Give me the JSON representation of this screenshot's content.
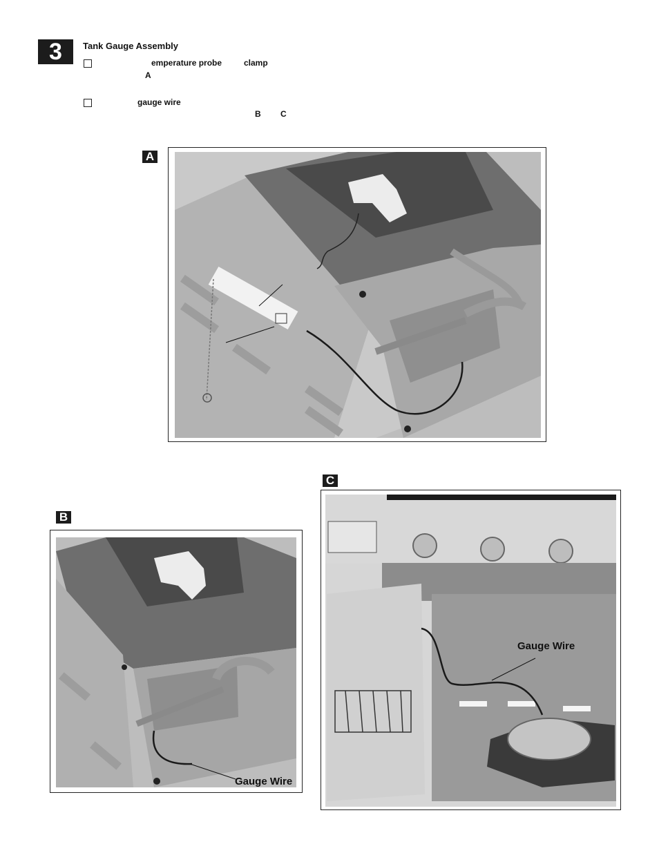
{
  "step": {
    "number": "3",
    "title": "Tank Gauge Assembly"
  },
  "instructions": [
    {
      "line1_a": "emperature probe",
      "line1_b": "clamp",
      "line2": "A"
    },
    {
      "line1_a": "gauge wire",
      "line2_b": "B",
      "line2_c": "C"
    }
  ],
  "figures": {
    "a": {
      "label": "A"
    },
    "b": {
      "label": "B",
      "callout": "Gauge Wire"
    },
    "c": {
      "label": "C",
      "callout": "Gauge Wire"
    }
  }
}
